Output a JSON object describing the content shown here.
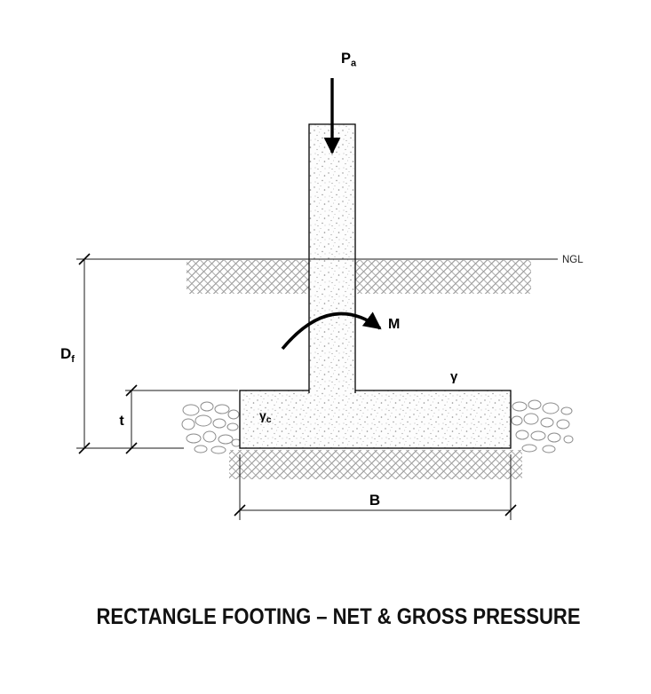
{
  "title": "RECTANGLE FOOTING – NET & GROSS PRESSURE",
  "colors": {
    "ink": "#000000",
    "texture_gray": "#999999",
    "stipple_gray": "#8f8f8f"
  },
  "labels": {
    "load_main": "P",
    "load_sub": "a",
    "ngl": "NGL",
    "moment": "M",
    "gamma_soil": "γ",
    "gamma_conc_main": "γ",
    "gamma_conc_sub": "c",
    "depth_main": "D",
    "depth_sub": "f",
    "thickness": "t",
    "width": "B"
  }
}
